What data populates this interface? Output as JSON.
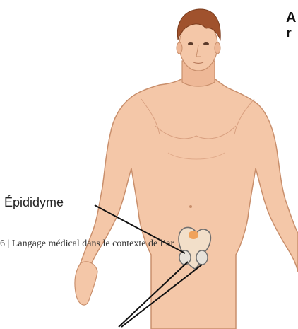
{
  "figure": {
    "heading_fragment_line1": "A",
    "heading_fragment_line2": "r",
    "callout_epididymis": "Épididyme"
  },
  "footer": {
    "text": "6 | Langage médical dans le contexte de l’ar"
  }
}
